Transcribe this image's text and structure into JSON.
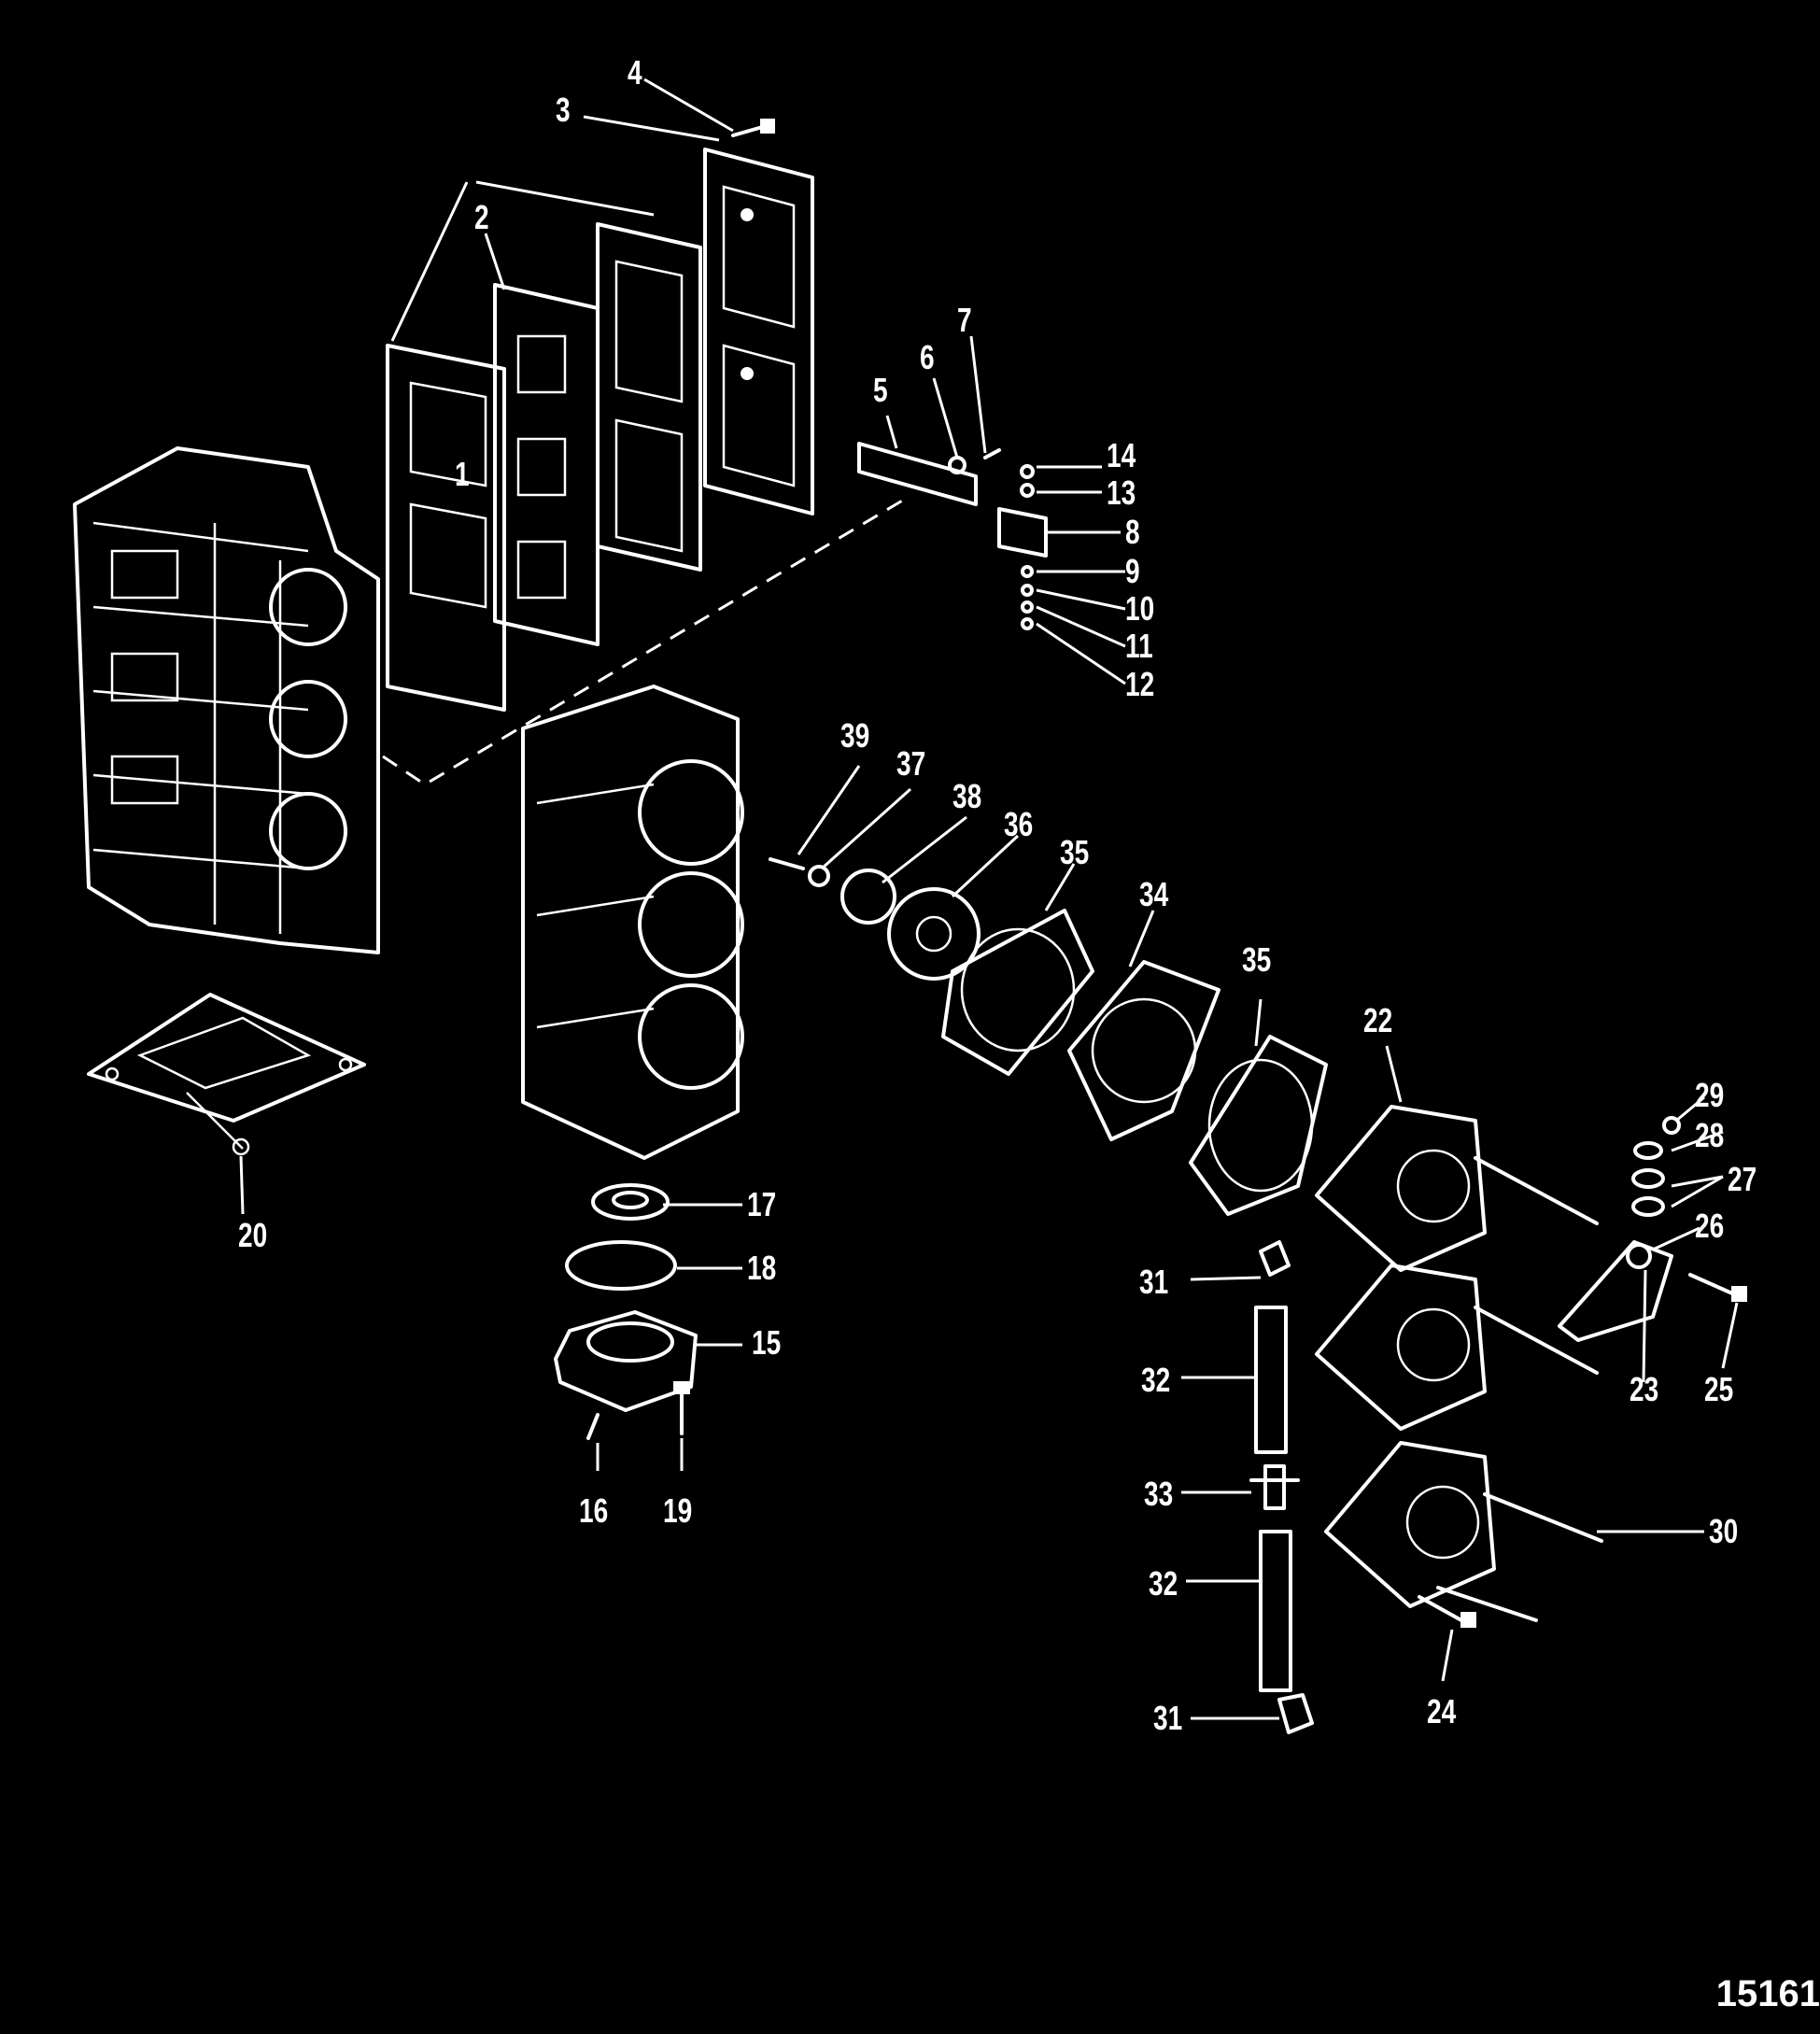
{
  "callouts": [
    {
      "id": "1",
      "text": "1"
    },
    {
      "id": "2",
      "text": "2"
    },
    {
      "id": "3",
      "text": "3"
    },
    {
      "id": "4",
      "text": "4"
    },
    {
      "id": "5",
      "text": "5"
    },
    {
      "id": "6",
      "text": "6"
    },
    {
      "id": "7",
      "text": "7"
    },
    {
      "id": "8",
      "text": "8"
    },
    {
      "id": "9",
      "text": "9"
    },
    {
      "id": "10",
      "text": "10"
    },
    {
      "id": "11",
      "text": "11"
    },
    {
      "id": "12",
      "text": "12"
    },
    {
      "id": "13",
      "text": "13"
    },
    {
      "id": "14",
      "text": "14"
    },
    {
      "id": "15",
      "text": "15"
    },
    {
      "id": "16",
      "text": "16"
    },
    {
      "id": "17",
      "text": "17"
    },
    {
      "id": "18",
      "text": "18"
    },
    {
      "id": "19",
      "text": "19"
    },
    {
      "id": "20",
      "text": "20"
    },
    {
      "id": "22",
      "text": "22"
    },
    {
      "id": "23",
      "text": "23"
    },
    {
      "id": "24",
      "text": "24"
    },
    {
      "id": "25",
      "text": "25"
    },
    {
      "id": "26",
      "text": "26"
    },
    {
      "id": "27",
      "text": "27"
    },
    {
      "id": "28",
      "text": "28"
    },
    {
      "id": "29",
      "text": "29"
    },
    {
      "id": "30",
      "text": "30"
    },
    {
      "id": "31a",
      "text": "31"
    },
    {
      "id": "31b",
      "text": "31"
    },
    {
      "id": "32a",
      "text": "32"
    },
    {
      "id": "32b",
      "text": "32"
    },
    {
      "id": "33",
      "text": "33"
    },
    {
      "id": "34",
      "text": "34"
    },
    {
      "id": "35a",
      "text": "35"
    },
    {
      "id": "35b",
      "text": "35"
    },
    {
      "id": "36",
      "text": "36"
    },
    {
      "id": "37",
      "text": "37"
    },
    {
      "id": "38",
      "text": "38"
    },
    {
      "id": "39",
      "text": "39"
    }
  ],
  "figure_number": "15161"
}
